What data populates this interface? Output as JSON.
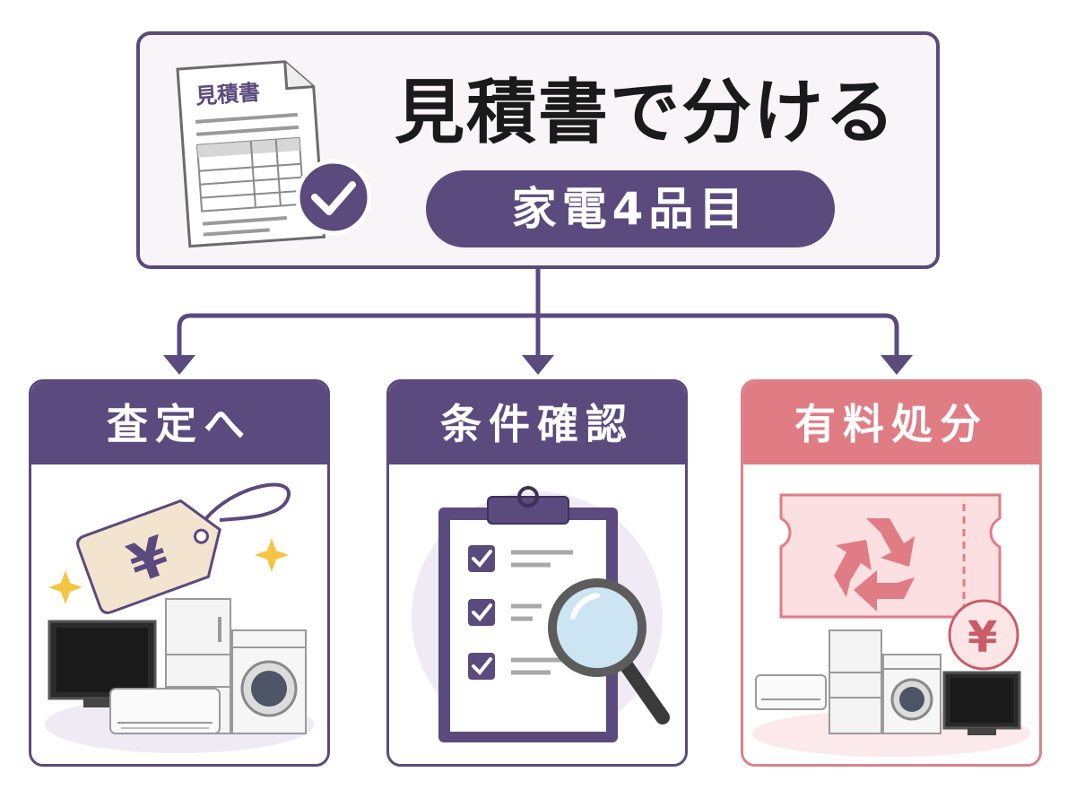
{
  "top": {
    "doc_label": "見積書",
    "title": "見積書で分ける",
    "pill": "家電4品目"
  },
  "cards": [
    {
      "title": "査定へ"
    },
    {
      "title": "条件確認"
    },
    {
      "title": "有料処分"
    }
  ],
  "price_symbol": "¥",
  "colors": {
    "primary": "#5b4a7d",
    "danger": "#e07c84",
    "top_bg": "#f8f4f8"
  }
}
